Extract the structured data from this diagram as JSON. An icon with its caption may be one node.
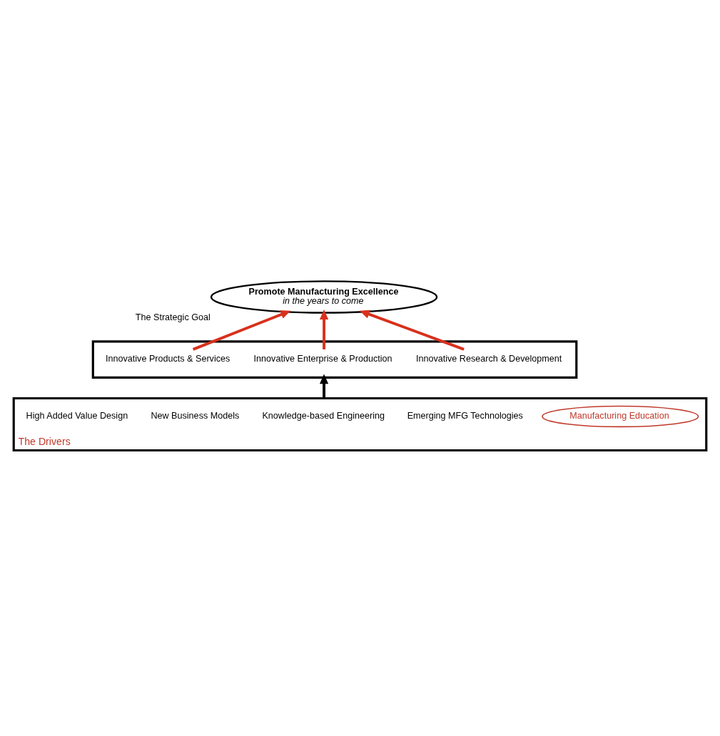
{
  "diagram": {
    "nodes": [
      {
        "text": [
          "Promote Manufacturing Excellence",
          "in the years to come"
        ],
        "beside": [
          "The Strategic Goal"
        ]
      },
      {
        "text": [],
        "shape": "box"
      },
      {
        "text": [
          "Innovative Products & Services"
        ],
        "in": 1
      },
      {
        "text": [
          "Innovative Enterprise & Production"
        ],
        "in": 1
      },
      {
        "text": [
          "Innovative Research & Development"
        ],
        "in": 1
      },
      {
        "text": [],
        "shape": "box",
        "beside": [
          "The Drivers"
        ]
      },
      {
        "text": [
          "High Added Value Design"
        ],
        "in": 5
      },
      {
        "text": [
          "New Business Models"
        ],
        "in": 5
      },
      {
        "text": [
          "Knowledge-based Engineering"
        ],
        "in": 5
      },
      {
        "text": [
          "Emerging MFG Technologies"
        ],
        "in": 5
      },
      {
        "text": [
          "Manufacturing Education"
        ],
        "in": 5
      }
    ],
    "edges": [
      {
        "from": 2,
        "to": 0,
        "arrow": "to"
      },
      {
        "from": 3,
        "to": 0,
        "arrow": "to"
      },
      {
        "from": 4,
        "to": 0,
        "arrow": "to"
      },
      {
        "from": 5,
        "to": 1,
        "arrow": "to",
        "color": "#000000"
      }
    ]
  }
}
